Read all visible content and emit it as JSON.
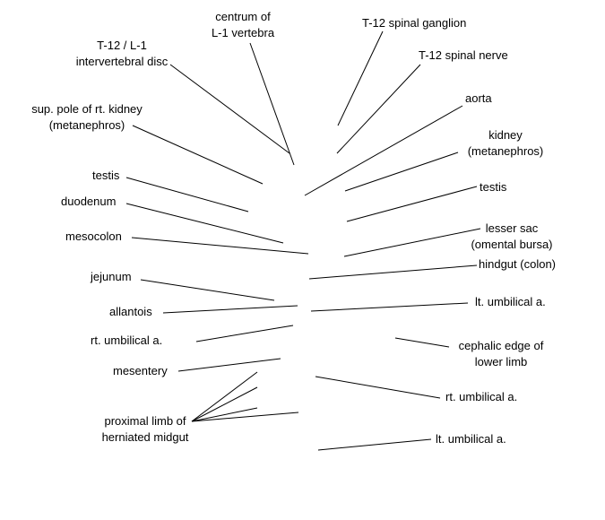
{
  "line_color": "#000000",
  "labels": {
    "centrum": [
      "centrum of",
      "L-1 vertebra"
    ],
    "ganglion": "T-12 spinal ganglion",
    "disc": [
      "T-12 / L-1",
      "intervertebral disc"
    ],
    "nerve": "T-12 spinal nerve",
    "aorta": "aorta",
    "kidney_sup": [
      "sup. pole of rt. kidney",
      "(metanephros)"
    ],
    "kidney_left": [
      "kidney",
      "(metanephros)"
    ],
    "testis_left": "testis",
    "testis_right": "testis",
    "duodenum": "duodenum",
    "lesser_sac": [
      "lesser sac",
      "(omental bursa)"
    ],
    "mesocolon": "mesocolon",
    "hindgut": "hindgut (colon)",
    "jejunum": "jejunum",
    "lt_umbilical_upper": "lt. umbilical a.",
    "allantois": "allantois",
    "rt_umbilical_left": "rt. umbilical a.",
    "cephalic_limb": [
      "cephalic edge of",
      "lower limb"
    ],
    "mesentery": "mesentery",
    "rt_umbilical_right": "rt. umbilical a.",
    "herniated_midgut": [
      "proximal limb of",
      "herniated midgut"
    ],
    "lt_umbilical_lower": "lt. umbilical a."
  }
}
